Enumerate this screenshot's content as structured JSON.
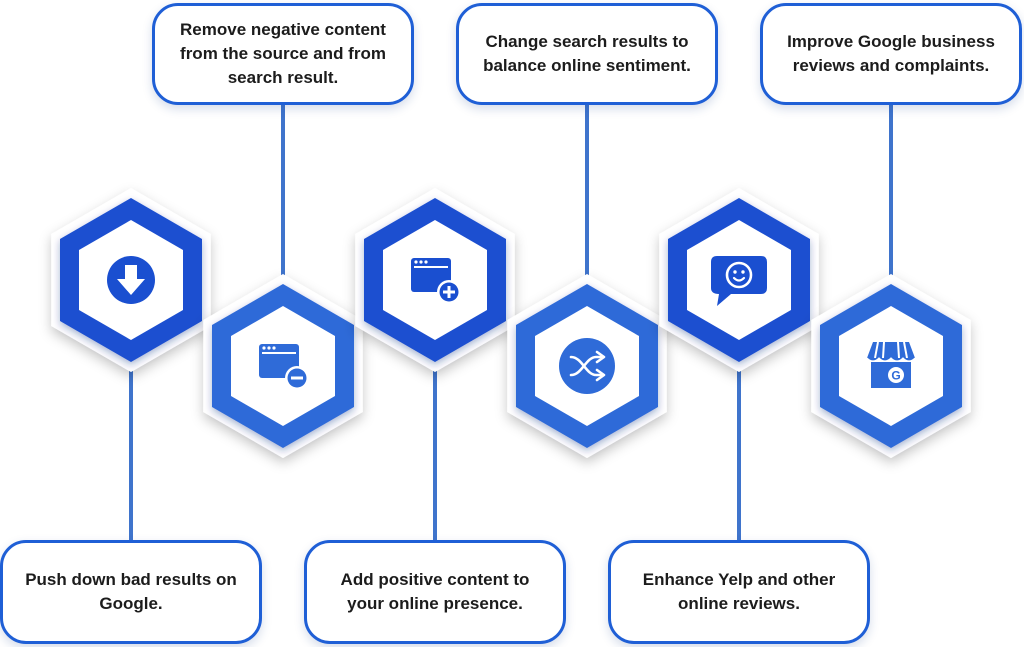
{
  "colors": {
    "accent_dark": "#1a4fd0",
    "accent_light": "#2f6bd8",
    "connector": "#3f74cc",
    "box_border": "#1f5fd6",
    "text": "#1c1c1c"
  },
  "steps": [
    {
      "text": "Push down bad results on Google.",
      "icon": "download-arrow-icon",
      "tone": "dark",
      "box": "bottom"
    },
    {
      "text": "Remove negative content from the source and from search result.",
      "icon": "browser-minus-icon",
      "tone": "light",
      "box": "top"
    },
    {
      "text": "Add positive content to your online presence.",
      "icon": "browser-plus-icon",
      "tone": "dark",
      "box": "bottom"
    },
    {
      "text": "Change search results to balance online sentiment.",
      "icon": "shuffle-icon",
      "tone": "light",
      "box": "top"
    },
    {
      "text": "Enhance Yelp and other online reviews.",
      "icon": "smiley-chat-icon",
      "tone": "dark",
      "box": "bottom"
    },
    {
      "text": "Improve Google business reviews and complaints.",
      "icon": "google-business-store-icon",
      "tone": "light",
      "box": "top"
    }
  ]
}
